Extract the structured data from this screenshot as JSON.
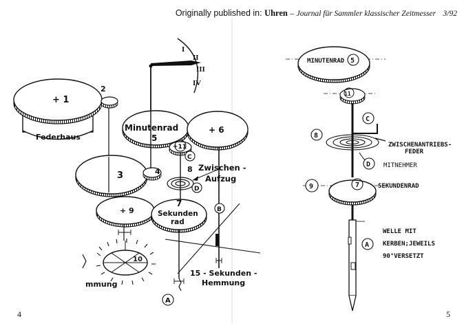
{
  "header": {
    "published": "Originally published in:",
    "magazine": "Uhren",
    "dash": "–",
    "journal": "Journal für Sammler klassischer Zeitmesser",
    "issue": "3/92"
  },
  "pages": {
    "left": "4",
    "right": "5"
  },
  "left_figure": {
    "dial_numerals": [
      "I",
      "II",
      "III",
      "IV"
    ],
    "wheel_1": "+ 1",
    "wheel_2": "2",
    "federhaus": "Federhaus",
    "wheel_3": "3",
    "wheel_4": "4",
    "minutenrad": "Minutenrad",
    "wheel_5": "5",
    "wheel_6": "+ 6",
    "wheel_11": "+11",
    "label_c": "C",
    "wheel_8": "8",
    "zwischen": "Zwischen -",
    "aufzug": "Aufzug",
    "label_d": "D",
    "wheel_9": "+ 9",
    "sekunden": "Sekunden",
    "rad": "rad",
    "wheel_7": "7",
    "label_b": "B",
    "wheel_10": "10",
    "hemmung_fragment": "mmung",
    "fifteen_sek": "15 - Sekunden -",
    "hemmung": "Hemmung",
    "label_a": "A"
  },
  "right_figure": {
    "minutenrad": "MINUTENRAD",
    "wheel_5": "5",
    "wheel_11": "11",
    "label_c": "C",
    "wheel_8": "8",
    "zwischenantriebs": "ZWISCHENANTRIEBS-",
    "feder": "FEDER",
    "label_d": "D",
    "mitnehmer": "MITNEHMER",
    "wheel_9": "9",
    "wheel_7": "7",
    "sekundenrad": "SEKUNDENRAD",
    "label_a": "A",
    "welle_line1": "WELLE MIT",
    "welle_line2": "KERBEN;JEWEILS",
    "welle_line3": "90°VERSETZT"
  }
}
